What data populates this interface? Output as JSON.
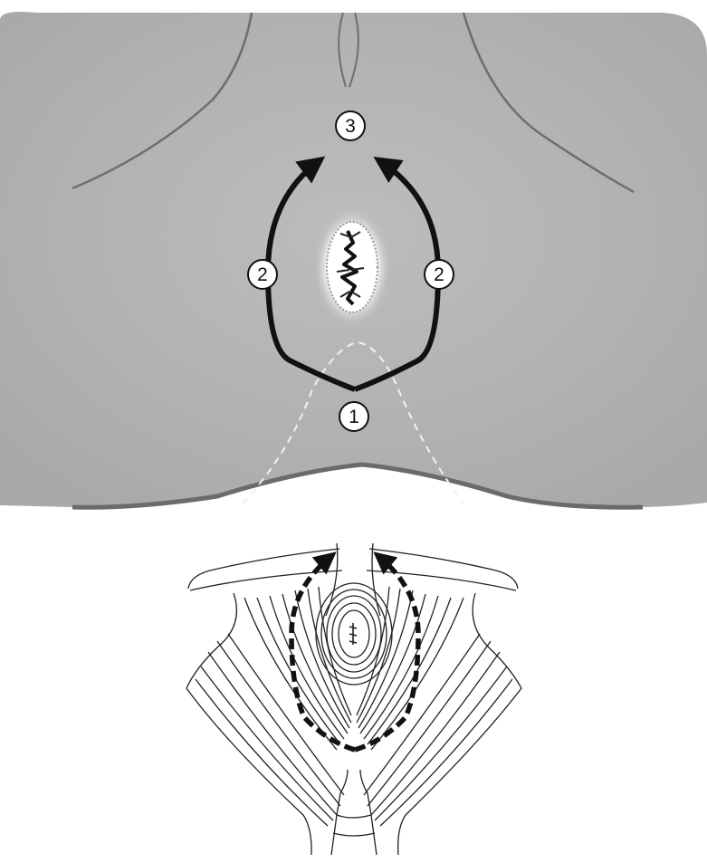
{
  "figure": {
    "panels": [
      "top-surface-view",
      "bottom-muscle-view"
    ],
    "colors": {
      "skin": "#b4b4b4",
      "outline": "#666666",
      "arrow": "#111111",
      "dashed_outline": "#eeeeee",
      "muscle_line": "#222222",
      "background": "#ffffff"
    },
    "markers": [
      {
        "label": "1"
      },
      {
        "label": "2"
      },
      {
        "label": "2"
      },
      {
        "label": "3"
      }
    ],
    "icons": [
      "curved-arrow-icon",
      "dashed-curved-arrow-icon",
      "lesion-icon"
    ]
  }
}
